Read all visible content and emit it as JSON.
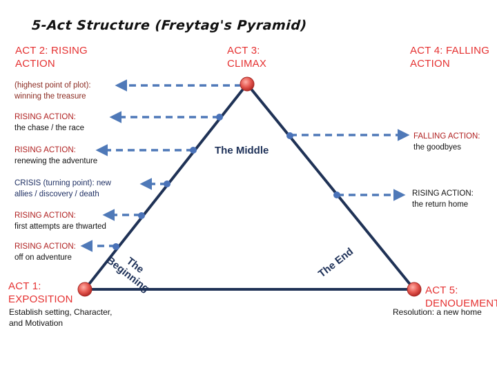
{
  "title": "5-Act Structure (Freytag's Pyramid)",
  "acts": {
    "act1": [
      "ACT 1:",
      "EXPOSITION"
    ],
    "act2": [
      "ACT 2: RISING",
      "ACTION"
    ],
    "act3": [
      "ACT 3:",
      "CLIMAX"
    ],
    "act4": [
      "ACT 4: FALLING",
      "ACTION"
    ],
    "act5": [
      "ACT 5:",
      "DENOUEMENT"
    ]
  },
  "regions": {
    "beginning": [
      "The",
      "Beginning"
    ],
    "middle": "The Middle",
    "end": "The End"
  },
  "left_notes": [
    {
      "lines": [
        "(highest point of plot):",
        "winning the treasure"
      ]
    },
    {
      "head": "RISING ACTION:",
      "lines": [
        "the chase / the race"
      ]
    },
    {
      "head": "RISING ACTION:",
      "lines": [
        "renewing the adventure"
      ]
    },
    {
      "lines": [
        "CRISIS (turning point): new",
        "allies / discovery / death"
      ]
    },
    {
      "head": "RISING ACTION:",
      "lines": [
        "first attempts are thwarted"
      ]
    },
    {
      "head": "RISING ACTION:",
      "lines": [
        "off on adventure"
      ]
    }
  ],
  "right_notes": [
    {
      "head": "FALLING ACTION:",
      "lines": [
        "the goodbyes"
      ]
    },
    {
      "head": "RISING ACTION:",
      "lines": [
        "the return home"
      ]
    }
  ],
  "exposition_note": [
    "Establish setting, Character,",
    "and Motivation"
  ],
  "denouement_note": [
    "Resolution: a new home"
  ],
  "colors": {
    "act_label": "#e53030",
    "triangle": "#1f3256",
    "arrow": "#4f79b8",
    "node": "#e04848",
    "point": "#4a72b8"
  }
}
